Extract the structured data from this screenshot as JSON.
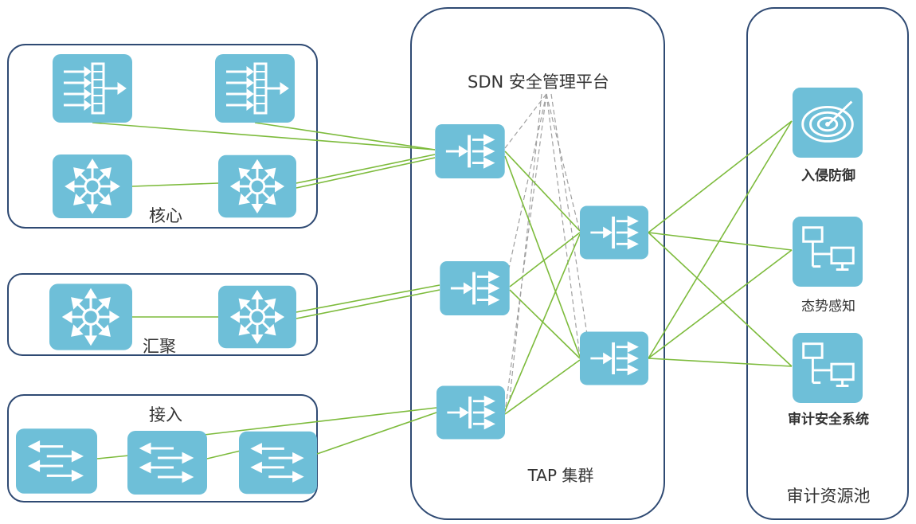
{
  "groups": {
    "core": "核心",
    "aggregation": "汇聚",
    "access": "接入",
    "tap_cluster": "TAP 集群",
    "audit_pool": "审计资源池"
  },
  "platform": "SDN 安全管理平台",
  "audit_systems": {
    "ips": "入侵防御",
    "situational_awareness": "态势感知",
    "audit_security": "审计安全系统"
  },
  "colors": {
    "device": "#6ebfd8",
    "device_glyph": "#ffffff",
    "frame": "#2f4a73",
    "green_link": "#7dbb3c",
    "dashed_link": "#a0a0a0"
  },
  "icons": {
    "firewall": "firewall-icon",
    "core_switch": "core-switch-icon",
    "access_switch": "access-switch-icon",
    "tap": "tap-icon",
    "ips": "target-icon",
    "monitor": "network-monitor-icon"
  }
}
